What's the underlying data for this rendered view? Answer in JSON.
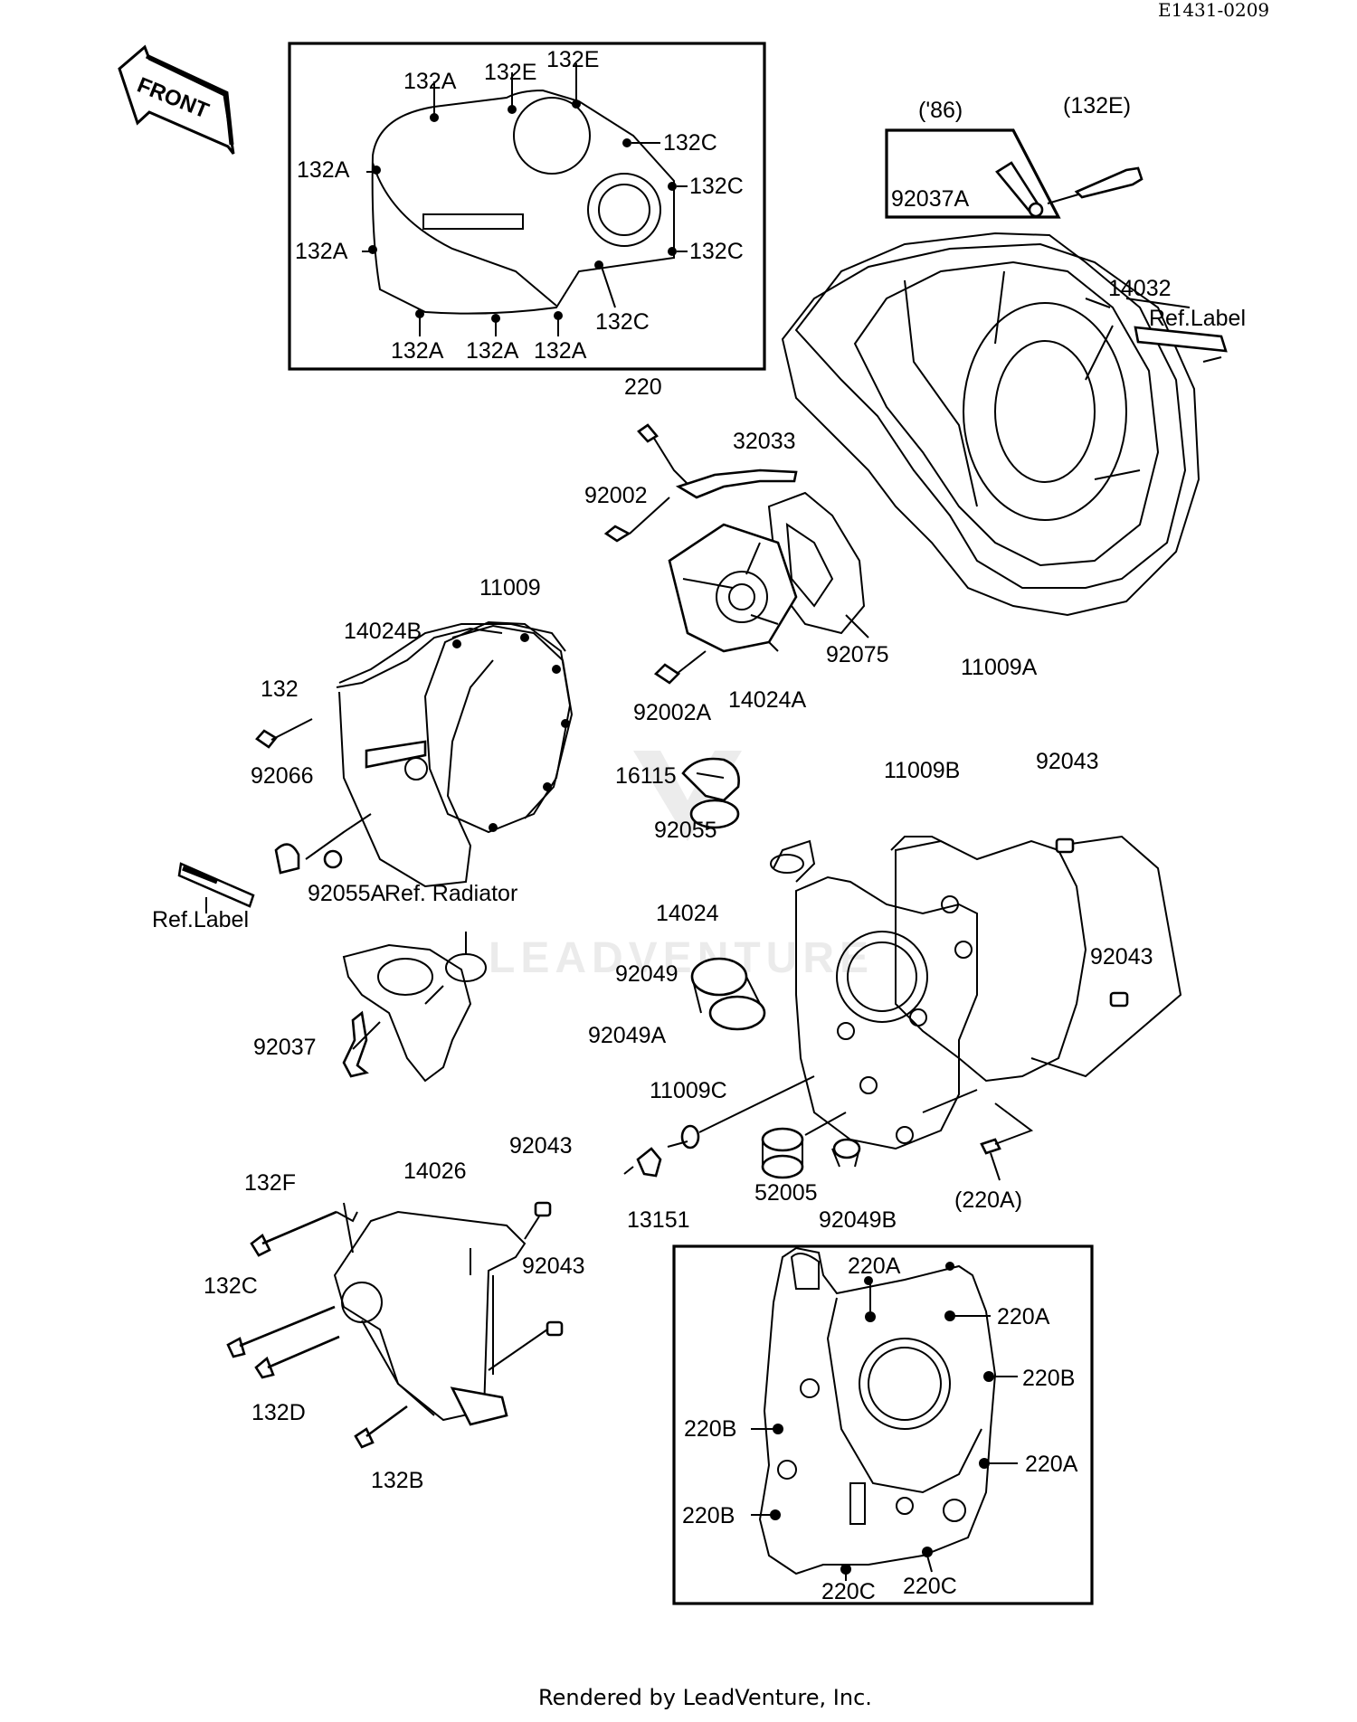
{
  "diagram_id": "E1431-0209",
  "front_marker": "FRONT",
  "footer": "Rendered by LeadVenture, Inc.",
  "watermark": "LEADVENTURE",
  "callouts": {
    "c132A_1": "132A",
    "c132E_1": "132E",
    "c132E_2": "132E",
    "c132C_1": "132C",
    "c132A_2": "132A",
    "c132C_2": "132C",
    "c132A_3": "132A",
    "c132C_3": "132C",
    "c132C_4": "132C",
    "c132A_4": "132A",
    "c132A_5": "132A",
    "c132A_6": "132A",
    "c86": "('86)",
    "c132E_paren": "(132E)",
    "c92037A": "92037A",
    "c14032": "14032",
    "c_reflabel_r": "Ref.Label",
    "c220": "220",
    "c32033": "32033",
    "c92002": "92002",
    "c11009": "11009",
    "c14024B": "14024B",
    "c132": "132",
    "c92075": "92075",
    "c11009A": "11009A",
    "c92002A": "92002A",
    "c14024A": "14024A",
    "c92066": "92066",
    "c16115": "16115",
    "c11009B": "11009B",
    "c92043_1": "92043",
    "c92055": "92055",
    "c92055A": "92055A",
    "c_reflabel_l": "Ref.Label",
    "c_refradiator": "Ref. Radiator",
    "c14024": "14024",
    "c92049": "92049",
    "c92043_2": "92043",
    "c92049A": "92049A",
    "c92037": "92037",
    "c11009C": "11009C",
    "c92043_3": "92043",
    "c14026": "14026",
    "c132F": "132F",
    "c52005": "52005",
    "c92049B": "92049B",
    "c220A_paren": "(220A)",
    "c13151": "13151",
    "c92043_4": "92043",
    "c132C_5": "132C",
    "c132D": "132D",
    "c132B": "132B",
    "c220A_1": "220A",
    "c220A_2": "220A",
    "c220B_1": "220B",
    "c220B_2": "220B",
    "c220A_3": "220A",
    "c220B_3": "220B",
    "c220C_1": "220C",
    "c220C_2": "220C"
  }
}
